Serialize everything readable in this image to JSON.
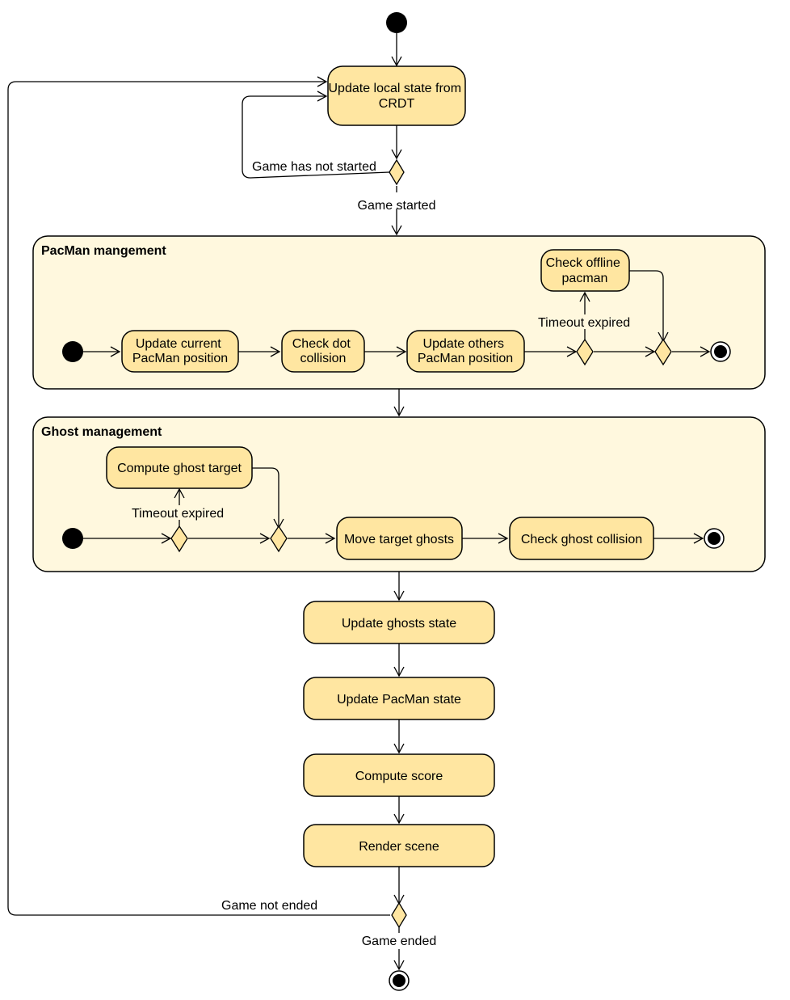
{
  "colors": {
    "action_fill": "#FFE6A1",
    "container_fill": "#FFF8DE",
    "stroke": "#000000",
    "background": "#ffffff"
  },
  "containers": {
    "pacman": {
      "title": "PacMan mangement"
    },
    "ghost": {
      "title": "Ghost management"
    }
  },
  "actions": {
    "update_local_state": [
      "Update local state from",
      "CRDT"
    ],
    "update_current_pacman": [
      "Update current",
      "PacMan position"
    ],
    "check_dot_collision": [
      "Check dot",
      "collision"
    ],
    "update_others_pacman": [
      "Update others",
      "PacMan position"
    ],
    "check_offline_pacman": [
      "Check offline",
      "pacman"
    ],
    "compute_ghost_target": [
      "Compute ghost target"
    ],
    "move_target_ghosts": [
      "Move target ghosts"
    ],
    "check_ghost_collision": [
      "Check ghost collision"
    ],
    "update_ghosts_state": [
      "Update ghosts state"
    ],
    "update_pacman_state": [
      "Update PacMan state"
    ],
    "compute_score": [
      "Compute score"
    ],
    "render_scene": [
      "Render scene"
    ]
  },
  "guards": {
    "game_not_started": "Game has not started",
    "game_started": "Game started",
    "pacman_timeout": "Timeout expired",
    "ghost_timeout": "Timeout expired",
    "game_not_ended": "Game not ended",
    "game_ended": "Game ended"
  }
}
